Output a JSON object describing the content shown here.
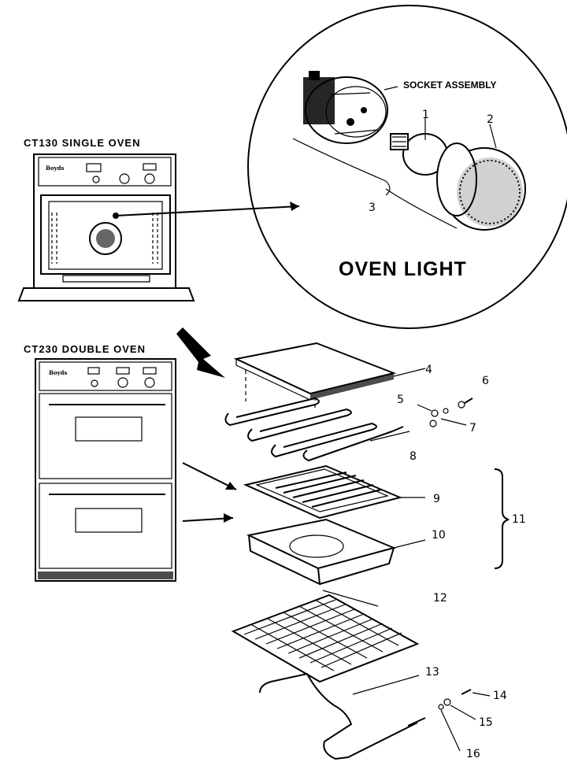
{
  "headings": {
    "single_oven": "CT130 SINGLE OVEN",
    "double_oven": "CT230 DOUBLE OVEN",
    "oven_light": "OVEN LIGHT",
    "socket_assembly": "SOCKET ASSEMBLY"
  },
  "callouts": [
    {
      "id": "1",
      "text": "1"
    },
    {
      "id": "2",
      "text": "2"
    },
    {
      "id": "3",
      "text": "3"
    },
    {
      "id": "4",
      "text": "4"
    },
    {
      "id": "5",
      "text": "5"
    },
    {
      "id": "6",
      "text": "6"
    },
    {
      "id": "7",
      "text": "7"
    },
    {
      "id": "8",
      "text": "8"
    },
    {
      "id": "9",
      "text": "9"
    },
    {
      "id": "10",
      "text": "10"
    },
    {
      "id": "11",
      "text": "11"
    },
    {
      "id": "12",
      "text": "12"
    },
    {
      "id": "13",
      "text": "13"
    },
    {
      "id": "14",
      "text": "14"
    },
    {
      "id": "15",
      "text": "15"
    },
    {
      "id": "16",
      "text": "16"
    }
  ]
}
